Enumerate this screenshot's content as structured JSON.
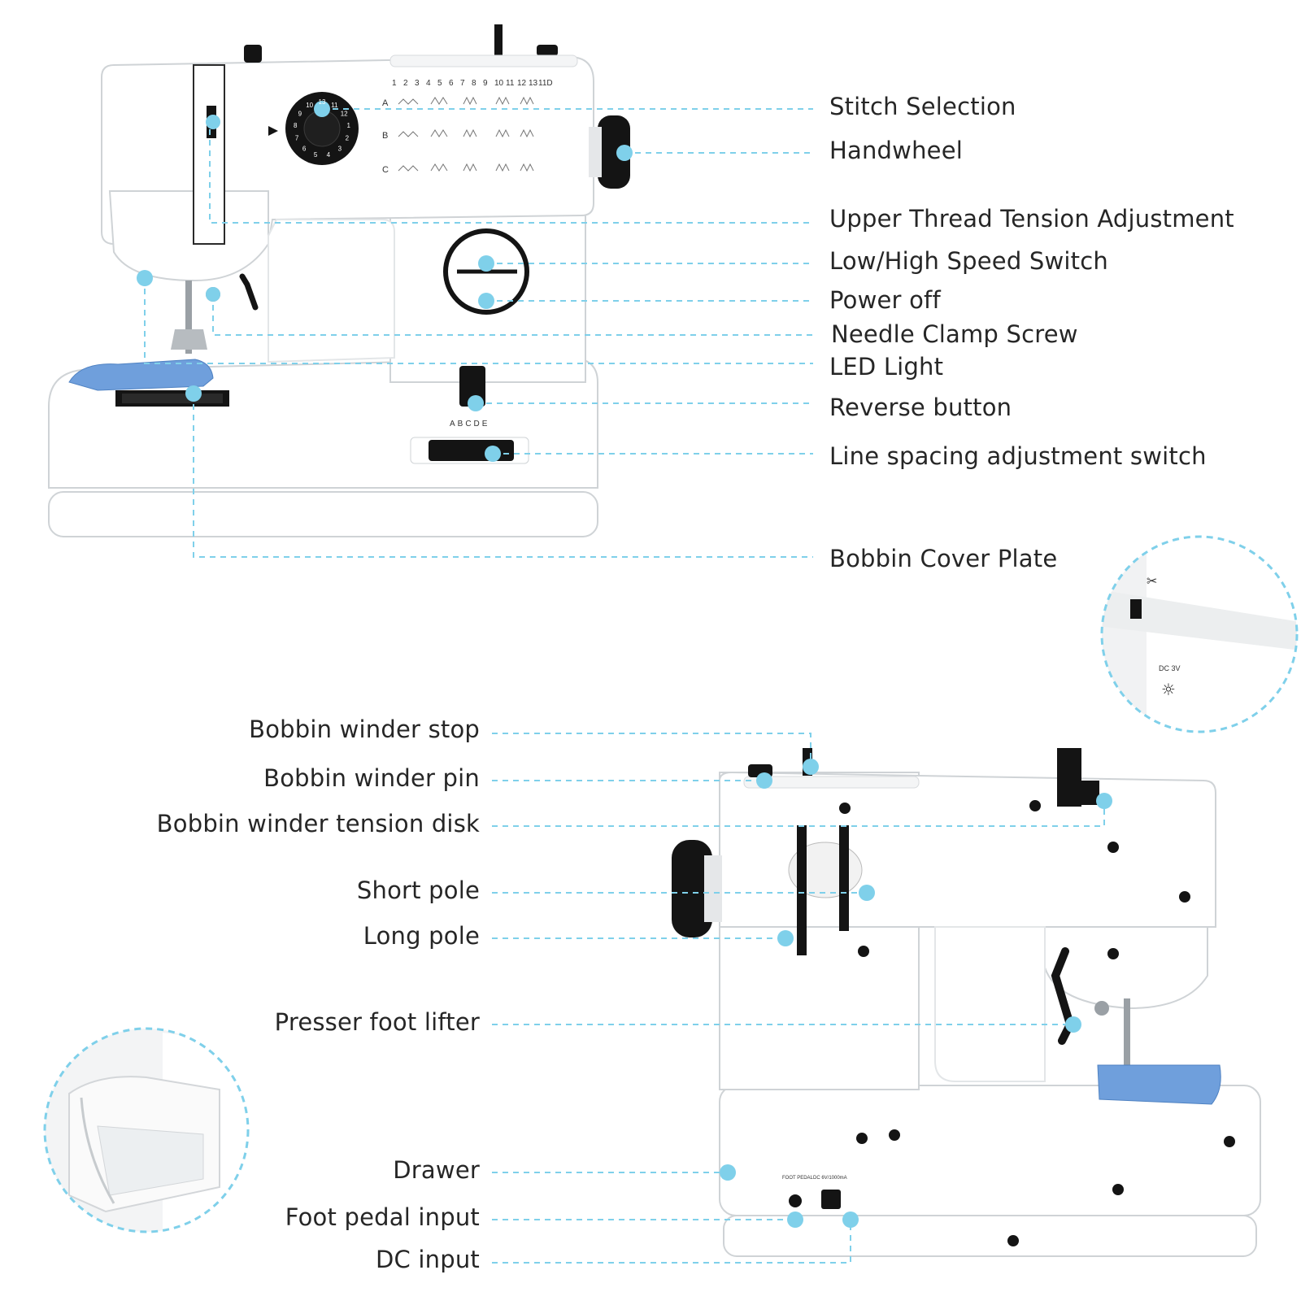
{
  "colors": {
    "accent": "#7fd0ea",
    "outline": "#cfd3d6",
    "body": "#ffffff",
    "dark": "#141414",
    "fabric": "#6f9fdc"
  },
  "front_view": {
    "stitch_numbers": [
      "1",
      "2",
      "3",
      "4",
      "5",
      "6",
      "7",
      "8",
      "9",
      "10",
      "11",
      "12",
      "13",
      "11D"
    ],
    "row_letters": [
      "A",
      "B",
      "C"
    ],
    "dial_numbers": [
      "13",
      "11",
      "12",
      "1",
      "2",
      "3",
      "4",
      "5",
      "6",
      "7",
      "8",
      "9",
      "10"
    ],
    "spacing_letters": "ABCDE",
    "callouts": [
      {
        "id": "stitch-selection",
        "label": "Stitch Selection"
      },
      {
        "id": "handwheel",
        "label": "Handwheel"
      },
      {
        "id": "upper-thread-tension",
        "label": "Upper Thread Tension Adjustment"
      },
      {
        "id": "speed-switch",
        "label": "Low/High Speed Switch"
      },
      {
        "id": "power-off",
        "label": "Power off"
      },
      {
        "id": "needle-clamp",
        "label": "Needle Clamp Screw"
      },
      {
        "id": "led-light",
        "label": "LED Light"
      },
      {
        "id": "reverse-button",
        "label": "Reverse button"
      },
      {
        "id": "line-spacing",
        "label": "Line spacing adjustment switch"
      },
      {
        "id": "bobbin-cover",
        "label": "Bobbin Cover Plate"
      }
    ]
  },
  "back_view": {
    "port_labels": {
      "foot_pedal": "FOOT PEDAL",
      "dc": "DC 6V/1000mA"
    },
    "callouts": [
      {
        "id": "winder-stop",
        "label": "Bobbin winder stop"
      },
      {
        "id": "winder-pin",
        "label": "Bobbin winder pin"
      },
      {
        "id": "winder-tension",
        "label": "Bobbin winder tension disk"
      },
      {
        "id": "short-pole",
        "label": "Short pole"
      },
      {
        "id": "long-pole",
        "label": "Long pole"
      },
      {
        "id": "presser-lifter",
        "label": "Presser foot lifter"
      },
      {
        "id": "drawer",
        "label": "Drawer"
      },
      {
        "id": "foot-pedal-input",
        "label": "Foot pedal input"
      },
      {
        "id": "dc-input",
        "label": "DC input"
      }
    ]
  },
  "light_inset": {
    "text": "DC 3V"
  }
}
